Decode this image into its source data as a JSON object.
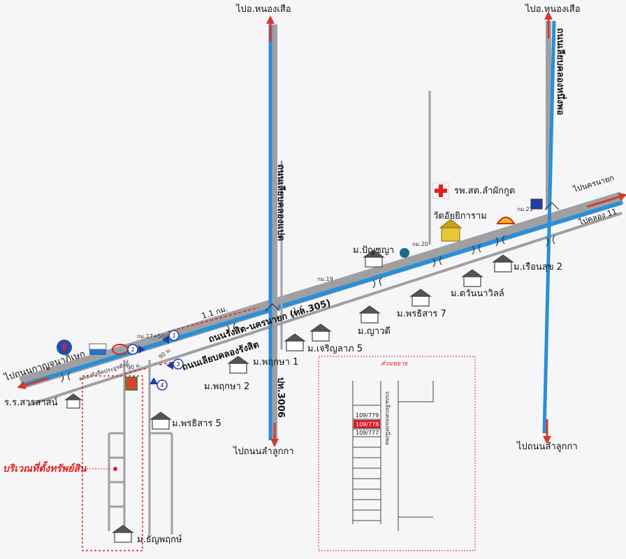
{
  "labels": {
    "north_left": "ไปอ.หนองเสือ",
    "north_right": "ไปอ.หนองเสือ",
    "south_center": "ไปถนนลำลูกกา",
    "south_right": "ไปถนนลำลูกกา",
    "west": "ไปถนนกาญจนาภิเษก",
    "east_top": "ไปนครนายก",
    "east_bottom": "ไปคลอง 11",
    "school": "ร.ร.สารสาสน์",
    "hospital": "รพ.สต.ลำผักกูด",
    "temple": "วัดอัยยิการาม",
    "road_main": "ถนนรังสิต-นครนายก (ทล.305)",
    "road_canal": "ถนนเลียบคลองรังสิต",
    "road_nongpho": "ถนนเลียบคลองหนึ่งพอ",
    "road_8": "ถนนเลียบคลองแปด",
    "road_3006": "ปท.3006",
    "vill_punya": "ม.ปัญชญา",
    "vill_ruensuk": "ม.เรือนสุข 2",
    "vill_tawan": "ม.ตวันนาวิลล์",
    "vill_pornsiri7": "ม.พรธิสาร 7",
    "vill_yanawadee": "ม.ญาวดี",
    "vill_jaroen": "ม.เจริญลาภ 5",
    "vill_pruksa1": "ม.พฤกษา 1",
    "vill_pruksa2": "ม.พฤกษา 2",
    "vill_pornsiri5": "ม.พรธิสาร 5",
    "vill_tanya": "ม.ธัญพฤกษ์",
    "property_area": "บริเวณที่ตั้งทรัพย์สิน",
    "dist_11": "1.1 กม.",
    "dist_90a": "90 ม.",
    "dist_90b": "90 ม.",
    "km17": "กม.17+500",
    "km19": "กม.19",
    "km20": "กม.20",
    "km21": "กม.21",
    "canal_rangsit": "คลองรังสิตประยูรศักดิ์",
    "inset_title": "ส่วนขยาย",
    "inset_road": "ถนนเลียบคลองหนึ่งพอ",
    "lot_1": "109/779",
    "lot_2": "109/778",
    "lot_3": "109/777",
    "marker_1": "1",
    "marker_2": "2",
    "marker_3": "3",
    "marker_4": "4"
  },
  "colors": {
    "road": "#a0a0a2",
    "canal": "#2a8fd8",
    "arrow": "#d23a2a",
    "highlight": "#d11f2a",
    "marker": "#1e3fa8"
  }
}
